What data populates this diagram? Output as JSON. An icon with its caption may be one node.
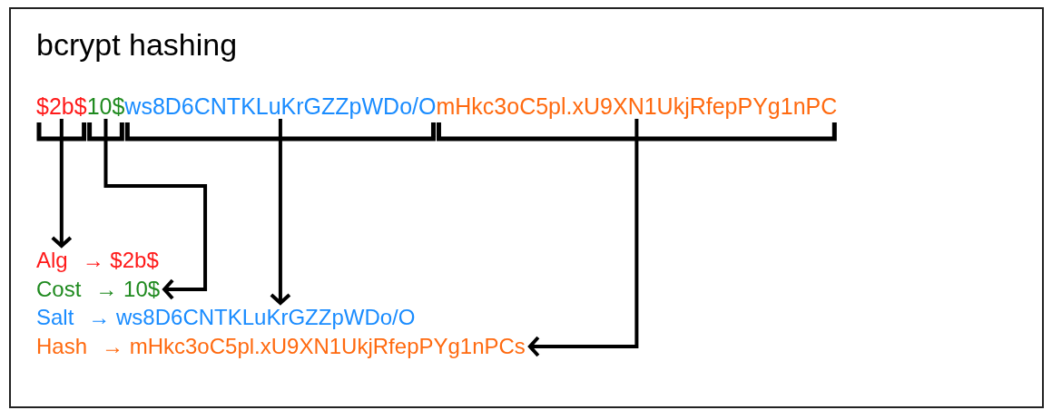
{
  "diagram": {
    "title": "bcrypt hashing",
    "nodes": [
      {
        "text": [
          "$2b$"
        ]
      },
      {
        "text": [
          "10$"
        ]
      },
      {
        "text": [
          "ws8D6CNTKLuKrGZZpWDo/O"
        ]
      },
      {
        "text": [
          "mHkc3oC5pl.xU9XN1UkjRfepPYg1nPC"
        ]
      },
      {
        "text": [
          "Alg",
          "→ $2b$"
        ]
      },
      {
        "text": [
          "Cost",
          "→ 10$"
        ]
      },
      {
        "text": [
          "Salt",
          "→ ws8D6CNTKLuKrGZZpWDo/O"
        ]
      },
      {
        "text": [
          "Hash",
          "→ mHkc3oC5pl.xU9XN1UkjRfepPYg1nPCs"
        ]
      }
    ],
    "edges": [
      {
        "from": 0,
        "to": 4,
        "arrow": "to"
      },
      {
        "from": 1,
        "to": 5,
        "arrow": "to"
      },
      {
        "from": 2,
        "to": 6,
        "arrow": "to"
      },
      {
        "from": 3,
        "to": 7,
        "arrow": "to"
      }
    ]
  }
}
